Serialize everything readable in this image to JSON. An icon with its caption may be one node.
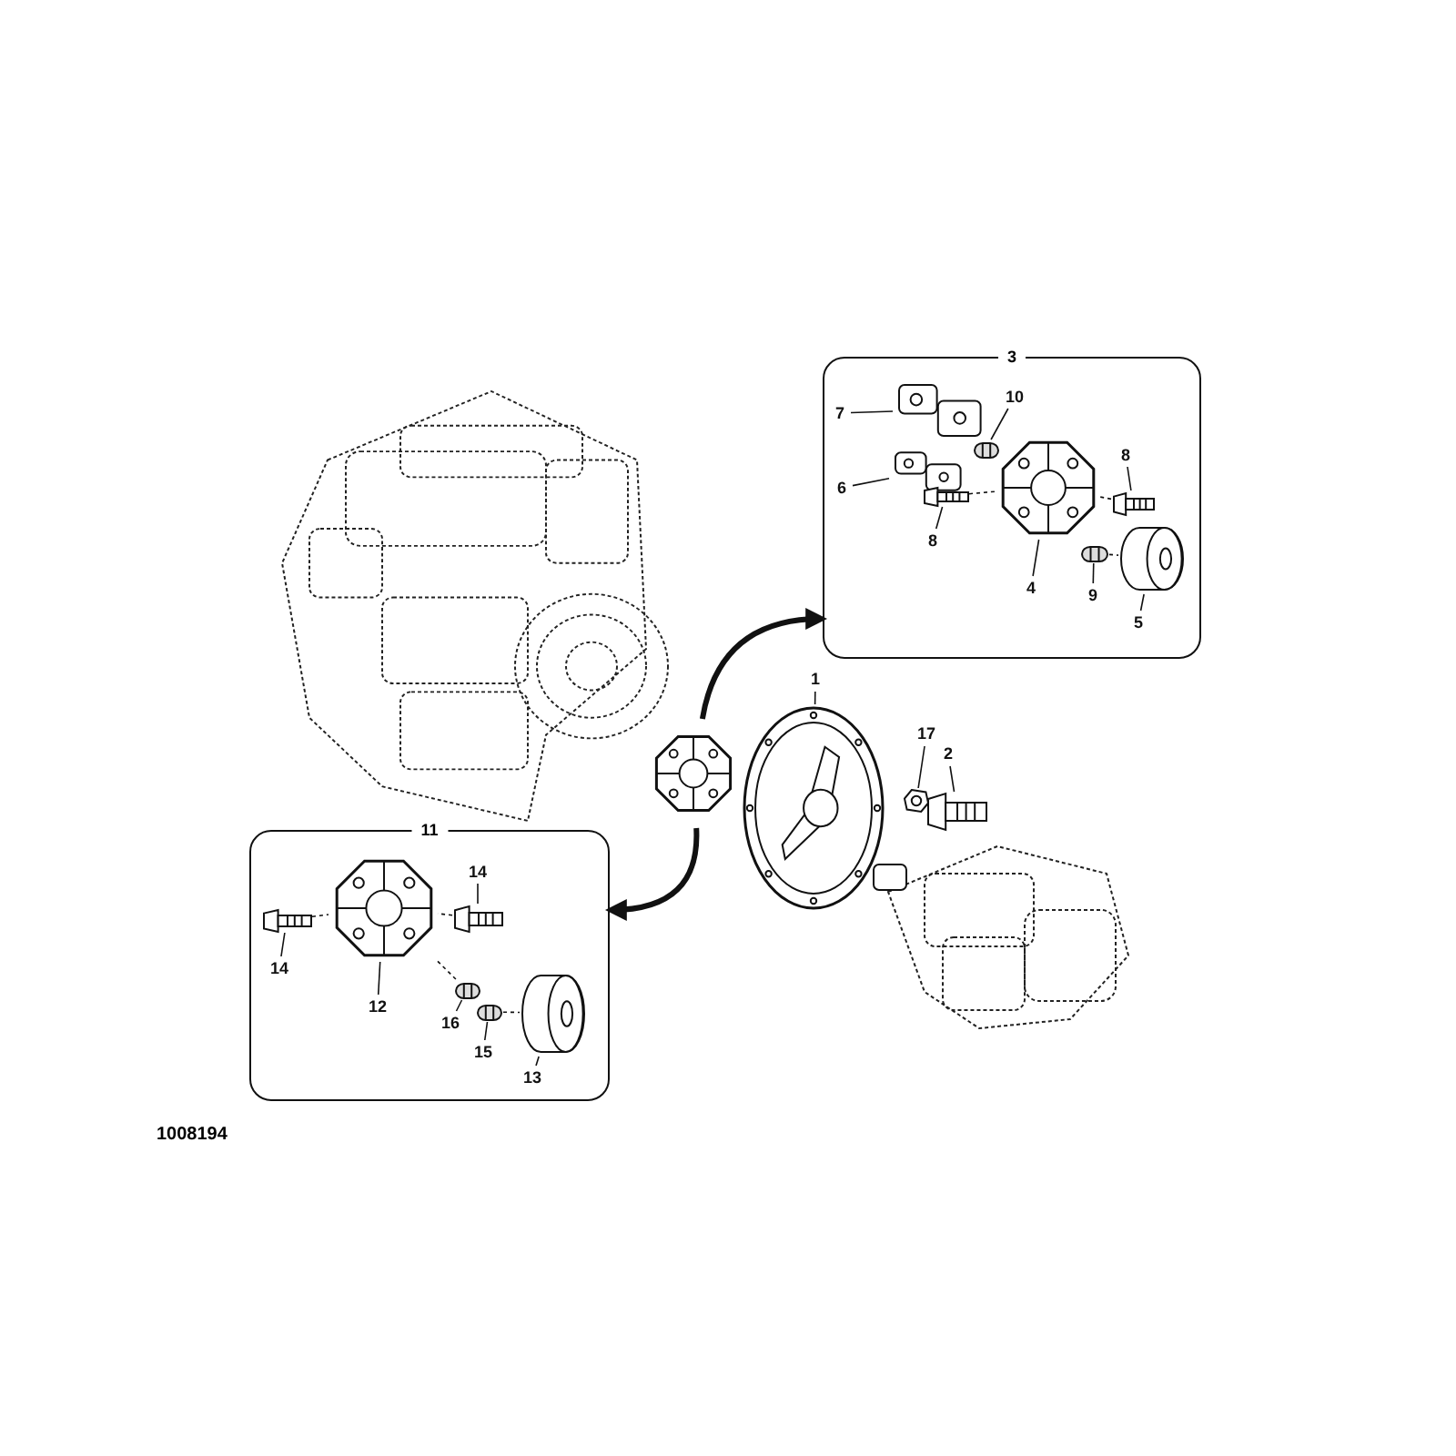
{
  "diagram": {
    "nodes": [
      {
        "text": [],
        "shape": "picture"
      },
      {
        "text": [
          "3"
        ]
      },
      {
        "text": [
          "10"
        ],
        "in": 1
      },
      {
        "text": [
          "7"
        ],
        "in": 1
      },
      {
        "text": [
          "8"
        ],
        "in": 1
      },
      {
        "text": [
          "6"
        ],
        "in": 1
      },
      {
        "text": [
          "8"
        ],
        "in": 1
      },
      {
        "text": [
          "4"
        ],
        "in": 1
      },
      {
        "text": [
          "9"
        ],
        "in": 1
      },
      {
        "text": [
          "5"
        ],
        "in": 1
      },
      {
        "text": [],
        "shape": "picture",
        "in": 1
      },
      {
        "text": [],
        "shape": "picture",
        "in": 1
      },
      {
        "text": [],
        "shape": "picture",
        "in": 1
      },
      {
        "text": [],
        "shape": "picture",
        "in": 1
      },
      {
        "text": [],
        "shape": "picture",
        "in": 1
      },
      {
        "text": [],
        "shape": "picture",
        "in": 1
      },
      {
        "text": [],
        "shape": "picture",
        "in": 1
      },
      {
        "text": [],
        "shape": "picture",
        "in": 1
      },
      {
        "text": [
          "1"
        ]
      },
      {
        "text": [
          "17"
        ]
      },
      {
        "text": [
          "2"
        ]
      },
      {
        "text": [],
        "shape": "picture"
      },
      {
        "text": [],
        "shape": "picture"
      },
      {
        "text": [],
        "shape": "picture"
      },
      {
        "text": [],
        "shape": "picture"
      },
      {
        "text": [],
        "shape": "picture"
      },
      {
        "text": [
          "11"
        ]
      },
      {
        "text": [
          "14"
        ],
        "in": 26
      },
      {
        "text": [
          "14"
        ],
        "in": 26
      },
      {
        "text": [
          "12"
        ],
        "in": 26
      },
      {
        "text": [
          "16"
        ],
        "in": 26
      },
      {
        "text": [
          "15"
        ],
        "in": 26
      },
      {
        "text": [
          "13"
        ],
        "in": 26
      },
      {
        "text": [],
        "shape": "picture",
        "in": 26
      },
      {
        "text": [],
        "shape": "picture",
        "in": 26
      },
      {
        "text": [],
        "shape": "picture",
        "in": 26
      },
      {
        "text": [],
        "shape": "picture",
        "in": 26
      },
      {
        "text": [],
        "shape": "picture",
        "in": 26
      },
      {
        "text": [],
        "shape": "picture",
        "in": 26
      }
    ],
    "edges": [
      {
        "from": 2,
        "to": 12,
        "arrow": "none"
      },
      {
        "from": 3,
        "to": 10,
        "arrow": "none"
      },
      {
        "from": 4,
        "to": 15,
        "arrow": "none"
      },
      {
        "from": 5,
        "to": 11,
        "arrow": "none"
      },
      {
        "from": 6,
        "to": 13,
        "arrow": "none"
      },
      {
        "from": 7,
        "to": 14,
        "arrow": "none"
      },
      {
        "from": 8,
        "to": 16,
        "arrow": "none"
      },
      {
        "from": 9,
        "to": 17,
        "arrow": "none"
      },
      {
        "from": 13,
        "to": 14,
        "arrow": "none",
        "style": "dashed"
      },
      {
        "from": 15,
        "to": 14,
        "arrow": "none",
        "style": "dashed"
      },
      {
        "from": 16,
        "to": 17,
        "arrow": "none",
        "style": "dashed"
      },
      {
        "from": 18,
        "to": 22,
        "arrow": "none"
      },
      {
        "from": 19,
        "to": 23,
        "arrow": "none"
      },
      {
        "from": 20,
        "to": 24,
        "arrow": "none"
      },
      {
        "from": 21,
        "to": 1,
        "arrow": "to",
        "style": "thick"
      },
      {
        "from": 21,
        "to": 26,
        "arrow": "to",
        "style": "thick"
      },
      {
        "from": 27,
        "to": 35,
        "arrow": "none"
      },
      {
        "from": 28,
        "to": 34,
        "arrow": "none"
      },
      {
        "from": 29,
        "to": 33,
        "arrow": "none"
      },
      {
        "from": 30,
        "to": 36,
        "arrow": "none"
      },
      {
        "from": 31,
        "to": 37,
        "arrow": "none"
      },
      {
        "from": 32,
        "to": 38,
        "arrow": "none"
      },
      {
        "from": 34,
        "to": 33,
        "arrow": "none",
        "style": "dashed"
      },
      {
        "from": 35,
        "to": 33,
        "arrow": "none",
        "style": "dashed"
      },
      {
        "from": 33,
        "to": 36,
        "arrow": "none",
        "style": "dashed"
      },
      {
        "from": 37,
        "to": 38,
        "arrow": "none",
        "style": "dashed"
      }
    ],
    "labels": [
      "1008194"
    ]
  }
}
